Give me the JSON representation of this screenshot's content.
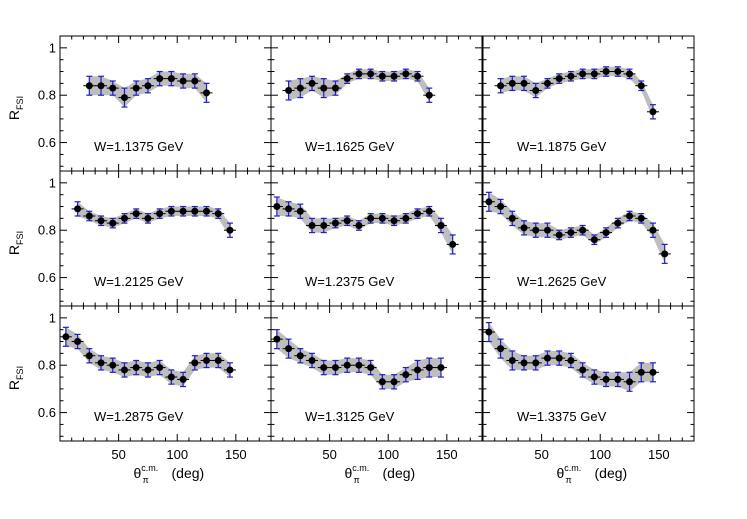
{
  "chart_data": {
    "type": "scatter",
    "ylabel": "R",
    "ylabel_sub": "FSI",
    "xlabel_symbol": "θ",
    "xlabel_sup": "c.m.",
    "xlabel_sub": "π",
    "xlabel_unit": "(deg)",
    "xlim": [
      0,
      180
    ],
    "ylim": [
      0.48,
      1.05
    ],
    "x_ticks": [
      50,
      100,
      150
    ],
    "y_ticks": [
      0.6,
      0.8,
      1
    ],
    "y_tick_labels": [
      "0.6",
      "0.8",
      "1"
    ],
    "colors": {
      "point": "#000000",
      "error_bar": "#1e1ec8",
      "band": "#bebebe"
    },
    "panels": [
      {
        "label": "W=1.1375 GeV",
        "x": [
          25,
          35,
          45,
          55,
          65,
          75,
          85,
          95,
          105,
          115,
          125
        ],
        "y": [
          0.84,
          0.84,
          0.83,
          0.79,
          0.83,
          0.84,
          0.87,
          0.87,
          0.86,
          0.86,
          0.81
        ],
        "err": [
          0.04,
          0.04,
          0.03,
          0.04,
          0.03,
          0.03,
          0.03,
          0.03,
          0.03,
          0.03,
          0.04
        ]
      },
      {
        "label": "W=1.1625 GeV",
        "x": [
          15,
          25,
          35,
          45,
          55,
          65,
          75,
          85,
          95,
          105,
          115,
          125,
          135
        ],
        "y": [
          0.82,
          0.83,
          0.85,
          0.83,
          0.83,
          0.87,
          0.89,
          0.89,
          0.88,
          0.88,
          0.89,
          0.88,
          0.8
        ],
        "err": [
          0.04,
          0.04,
          0.03,
          0.04,
          0.03,
          0.02,
          0.02,
          0.02,
          0.02,
          0.02,
          0.02,
          0.02,
          0.03
        ]
      },
      {
        "label": "W=1.1875 GeV",
        "x": [
          15,
          25,
          35,
          45,
          55,
          65,
          75,
          85,
          95,
          105,
          115,
          125,
          135,
          145
        ],
        "y": [
          0.84,
          0.85,
          0.85,
          0.82,
          0.85,
          0.87,
          0.88,
          0.89,
          0.89,
          0.9,
          0.9,
          0.89,
          0.84,
          0.73
        ],
        "err": [
          0.03,
          0.03,
          0.03,
          0.03,
          0.02,
          0.02,
          0.02,
          0.02,
          0.02,
          0.02,
          0.02,
          0.02,
          0.02,
          0.03
        ]
      },
      {
        "label": "W=1.2125 GeV",
        "x": [
          15,
          25,
          35,
          45,
          55,
          65,
          75,
          85,
          95,
          105,
          115,
          125,
          135,
          145
        ],
        "y": [
          0.89,
          0.86,
          0.84,
          0.83,
          0.85,
          0.87,
          0.85,
          0.87,
          0.88,
          0.88,
          0.88,
          0.88,
          0.87,
          0.8
        ],
        "err": [
          0.03,
          0.02,
          0.02,
          0.02,
          0.02,
          0.02,
          0.02,
          0.02,
          0.02,
          0.02,
          0.02,
          0.02,
          0.02,
          0.03
        ]
      },
      {
        "label": "W=1.2375 GeV",
        "x": [
          5,
          15,
          25,
          35,
          45,
          55,
          65,
          75,
          85,
          95,
          105,
          115,
          125,
          135,
          145,
          155
        ],
        "y": [
          0.9,
          0.89,
          0.88,
          0.82,
          0.82,
          0.83,
          0.84,
          0.82,
          0.85,
          0.85,
          0.84,
          0.85,
          0.87,
          0.88,
          0.82,
          0.74
        ],
        "err": [
          0.04,
          0.03,
          0.03,
          0.03,
          0.03,
          0.02,
          0.02,
          0.02,
          0.02,
          0.02,
          0.02,
          0.02,
          0.02,
          0.02,
          0.03,
          0.04
        ]
      },
      {
        "label": "W=1.2625 GeV",
        "x": [
          5,
          15,
          25,
          35,
          45,
          55,
          65,
          75,
          85,
          95,
          105,
          115,
          125,
          135,
          145,
          155
        ],
        "y": [
          0.92,
          0.9,
          0.85,
          0.81,
          0.8,
          0.8,
          0.78,
          0.79,
          0.8,
          0.76,
          0.79,
          0.83,
          0.86,
          0.85,
          0.8,
          0.7
        ],
        "err": [
          0.04,
          0.03,
          0.03,
          0.03,
          0.03,
          0.03,
          0.02,
          0.02,
          0.02,
          0.02,
          0.02,
          0.02,
          0.02,
          0.02,
          0.03,
          0.04
        ]
      },
      {
        "label": "W=1.2875 GeV",
        "x": [
          5,
          15,
          25,
          35,
          45,
          55,
          65,
          75,
          85,
          95,
          105,
          115,
          125,
          135,
          145
        ],
        "y": [
          0.92,
          0.9,
          0.84,
          0.81,
          0.8,
          0.78,
          0.79,
          0.78,
          0.79,
          0.75,
          0.74,
          0.81,
          0.82,
          0.82,
          0.78
        ],
        "err": [
          0.04,
          0.03,
          0.03,
          0.03,
          0.03,
          0.03,
          0.03,
          0.03,
          0.03,
          0.03,
          0.03,
          0.03,
          0.03,
          0.03,
          0.03
        ]
      },
      {
        "label": "W=1.3125 GeV",
        "x": [
          5,
          15,
          25,
          35,
          45,
          55,
          65,
          75,
          85,
          95,
          105,
          115,
          125,
          135,
          145
        ],
        "y": [
          0.91,
          0.87,
          0.84,
          0.82,
          0.79,
          0.79,
          0.8,
          0.8,
          0.79,
          0.73,
          0.73,
          0.76,
          0.78,
          0.79,
          0.79
        ],
        "err": [
          0.04,
          0.04,
          0.03,
          0.03,
          0.03,
          0.03,
          0.03,
          0.03,
          0.03,
          0.03,
          0.03,
          0.03,
          0.04,
          0.04,
          0.04
        ]
      },
      {
        "label": "W=1.3375 GeV",
        "x": [
          5,
          15,
          25,
          35,
          45,
          55,
          65,
          75,
          85,
          95,
          105,
          115,
          125,
          135,
          145
        ],
        "y": [
          0.94,
          0.87,
          0.82,
          0.81,
          0.81,
          0.83,
          0.83,
          0.82,
          0.78,
          0.75,
          0.74,
          0.74,
          0.73,
          0.77,
          0.77
        ],
        "err": [
          0.04,
          0.04,
          0.04,
          0.03,
          0.03,
          0.03,
          0.03,
          0.03,
          0.03,
          0.03,
          0.03,
          0.03,
          0.04,
          0.04,
          0.04
        ]
      }
    ]
  }
}
